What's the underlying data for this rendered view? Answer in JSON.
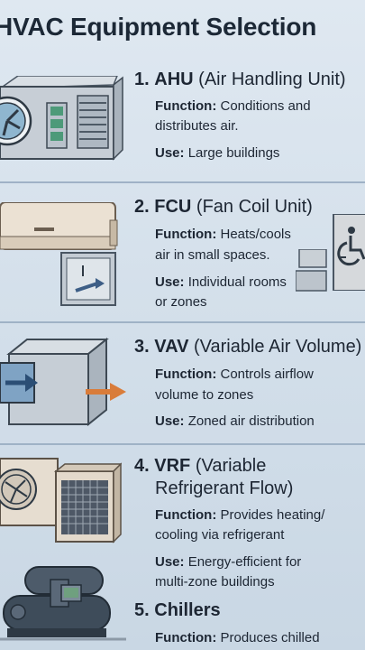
{
  "title": "HVAC Equipment Selection",
  "sections": [
    {
      "number": "1.",
      "name": "AHU",
      "expansion": "(Air Handling Unit)",
      "function_label": "Function:",
      "function_lines": [
        "Conditions and",
        "distributes air."
      ],
      "use_label": "Use:",
      "use_lines": [
        "Large buildings"
      ]
    },
    {
      "number": "2.",
      "name": "FCU",
      "expansion": "(Fan Coil Unit)",
      "function_label": "Function:",
      "function_lines": [
        "Heats/cools",
        "air in small spaces."
      ],
      "use_label": "Use:",
      "use_lines": [
        "Individual rooms",
        "or zones"
      ]
    },
    {
      "number": "3.",
      "name": "VAV",
      "expansion": "(Variable Air Volume)",
      "function_label": "Function:",
      "function_lines": [
        "Controls airflow",
        "volume to zones"
      ],
      "use_label": "Use:",
      "use_lines": [
        "Zoned air distribution"
      ]
    },
    {
      "number": "4.",
      "name": "VRF",
      "expansion": "(Variable",
      "expansion_line2": "Refrigerant Flow)",
      "function_label": "Function:",
      "function_lines": [
        "Provides heating/",
        "cooling via refrigerant"
      ],
      "use_label": "Use:",
      "use_lines": [
        "Energy-efficient for",
        "multi-zone buildings"
      ]
    },
    {
      "number": "5.",
      "name": "Chillers",
      "function_label": "Function:",
      "function_lines": [
        "Produces chilled"
      ]
    }
  ]
}
